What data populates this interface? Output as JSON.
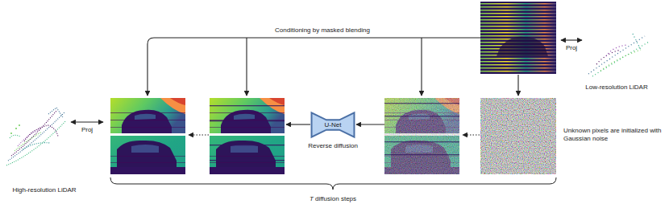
{
  "diagram": {
    "nodes": [
      {
        "text": [
          "U-Net",
          "Reverse diffusion"
        ]
      }
    ],
    "labels": [
      "Conditioning by masked blending",
      "Proj",
      "Low-resolution LiDAR",
      "Unknown pixels are initialized with Gaussian noise",
      "Proj",
      "High-resolution LiDAR",
      "T diffusion steps"
    ]
  }
}
